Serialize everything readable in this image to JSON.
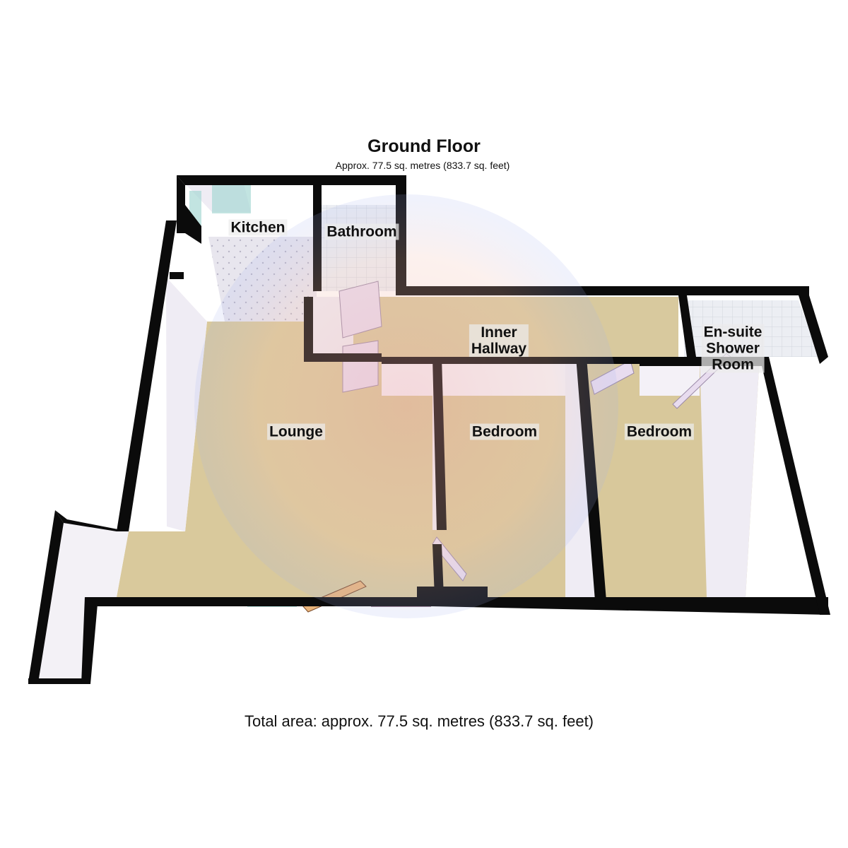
{
  "plan": {
    "title": "Ground Floor",
    "area": "Approx. 77.5 sq. metres (833.7 sq. feet)",
    "total": "Total area: approx. 77.5 sq. metres (833.7 sq. feet)"
  },
  "rooms": {
    "kitchen": "Kitchen",
    "bathroom": "Bathroom",
    "inner_hallway": "Inner\nHallway",
    "ensuite": "En-suite\nShower\nRoom",
    "lounge": "Lounge",
    "bedroom_1": "Bedroom",
    "bedroom_2": "Bedroom"
  },
  "colors": {
    "wall": "#0b0b0b",
    "carpet": "#d8c79a",
    "wall_face": "#eeeaf4",
    "tile": "#e7e7ef",
    "window_glass": "#a8d8d4",
    "door": "#e8dcef",
    "stair": "#e9b47a"
  }
}
